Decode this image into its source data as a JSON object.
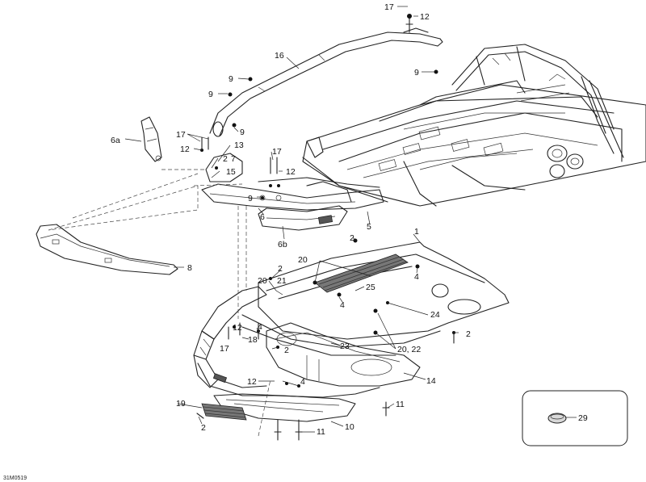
{
  "diagram_code": "31M0519",
  "callouts": {
    "c1": "1",
    "c2a": "2",
    "c2b": "2",
    "c2c": "2",
    "c2d": "2",
    "c2e": "2",
    "c2f": "2",
    "c2g": "2",
    "c4a": "4",
    "c4b": "4",
    "c4c": "4",
    "c5": "5",
    "c6": "6",
    "c6a": "6a",
    "c6b": "6b",
    "c7": "7",
    "c8": "8",
    "c9a": "9",
    "c9b": "9",
    "c9c": "9",
    "c9d": "9",
    "c9e": "9",
    "c10": "10",
    "c11a": "11",
    "c11b": "11",
    "c12a": "12",
    "c12b": "12",
    "c12c": "12",
    "c12d": "12",
    "c12e": "12",
    "c13": "13",
    "c14": "14",
    "c15": "15",
    "c16": "16",
    "c17a": "17",
    "c17b": "17",
    "c17c": "17",
    "c17d": "17",
    "c18": "18",
    "c19": "19",
    "c20a": "20",
    "c20b": "20",
    "c21": "21",
    "c20_22": "20, 22",
    "c23": "23",
    "c24": "24",
    "c25": "25",
    "c29": "29"
  }
}
